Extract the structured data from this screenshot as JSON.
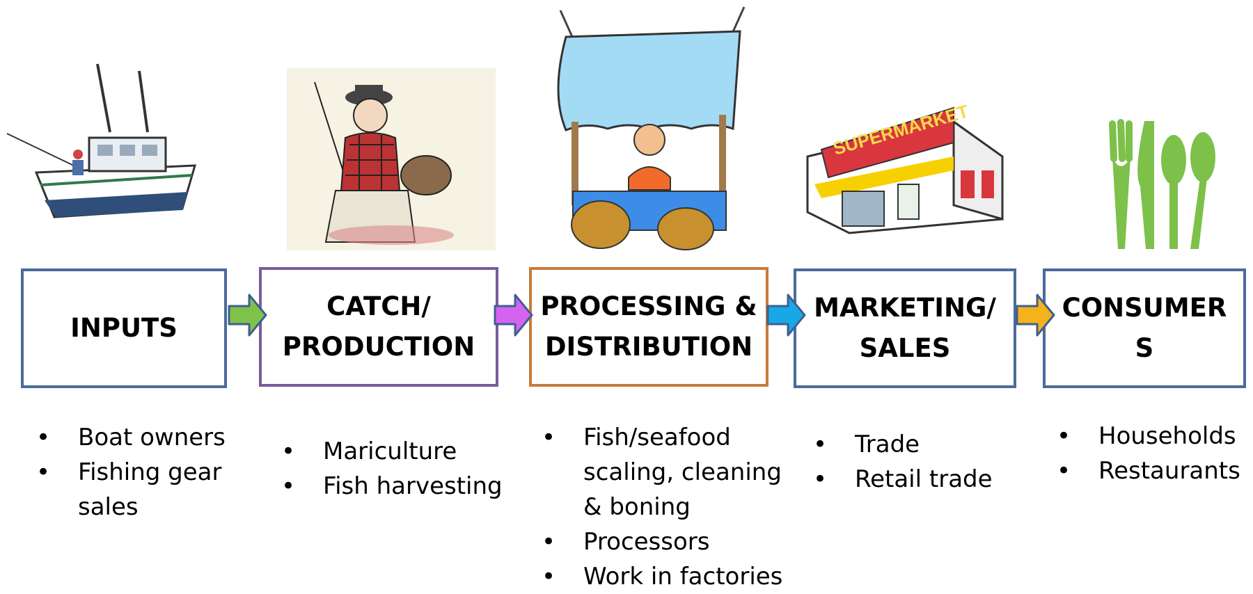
{
  "stages": [
    {
      "title": "INPUTS",
      "color": "#4a6a9a",
      "items": [
        "Boat owners",
        "Fishing gear\nsales"
      ]
    },
    {
      "title": "CATCH/\nPRODUCTION",
      "color": "#7b5a9c",
      "items": [
        "Mariculture",
        "Fish harvesting"
      ]
    },
    {
      "title": "PROCESSING &\nDISTRIBUTION",
      "color": "#c87a3a",
      "items": [
        "Fish/seafood\nscaling, cleaning\n& boning",
        "Processors",
        "Work in factories"
      ]
    },
    {
      "title": "MARKETING/\nSALES",
      "color": "#4a6a9a",
      "items": [
        "Trade",
        "Retail trade"
      ]
    },
    {
      "title": "CONSUMER\nS",
      "color": "#4a6a9a",
      "items": [
        "Households",
        "Restaurants"
      ]
    }
  ],
  "arrow_colors": [
    "#7fc24a",
    "#d463f0",
    "#18a8e8",
    "#f6b21a"
  ],
  "illustrations": [
    "fishing-boat-icon",
    "fisherman-icon",
    "fish-market-stall-icon",
    "supermarket-icon",
    "cutlery-icon"
  ],
  "supermarket_sign": "SUPERMARKET"
}
